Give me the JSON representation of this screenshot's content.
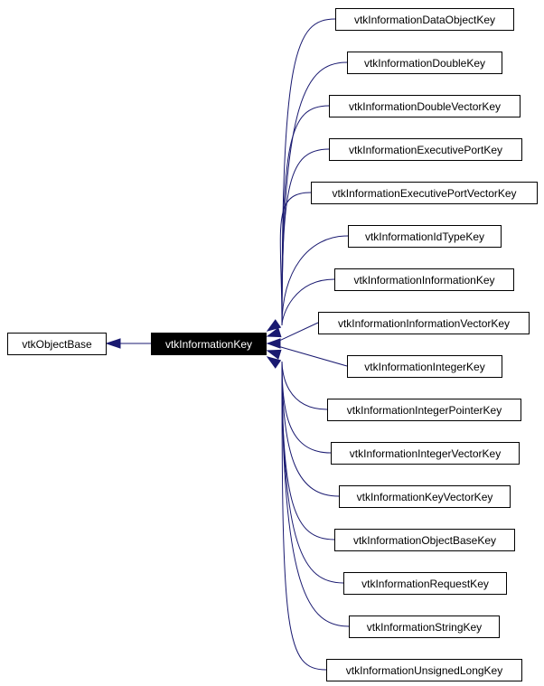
{
  "diagram": {
    "base": {
      "label": "vtkObjectBase"
    },
    "focus": {
      "label": "vtkInformationKey"
    },
    "children": [
      {
        "label": "vtkInformationDataObjectKey"
      },
      {
        "label": "vtkInformationDoubleKey"
      },
      {
        "label": "vtkInformationDoubleVectorKey"
      },
      {
        "label": "vtkInformationExecutivePortKey"
      },
      {
        "label": "vtkInformationExecutivePortVectorKey"
      },
      {
        "label": "vtkInformationIdTypeKey"
      },
      {
        "label": "vtkInformationInformationKey"
      },
      {
        "label": "vtkInformationInformationVectorKey"
      },
      {
        "label": "vtkInformationIntegerKey"
      },
      {
        "label": "vtkInformationIntegerPointerKey"
      },
      {
        "label": "vtkInformationIntegerVectorKey"
      },
      {
        "label": "vtkInformationKeyVectorKey"
      },
      {
        "label": "vtkInformationObjectBaseKey"
      },
      {
        "label": "vtkInformationRequestKey"
      },
      {
        "label": "vtkInformationStringKey"
      },
      {
        "label": "vtkInformationUnsignedLongKey"
      }
    ],
    "colors": {
      "edge": "#191970",
      "focus_fill": "#000000",
      "focus_text": "#ffffff",
      "node_fill": "#ffffff",
      "node_border": "#000000"
    }
  }
}
